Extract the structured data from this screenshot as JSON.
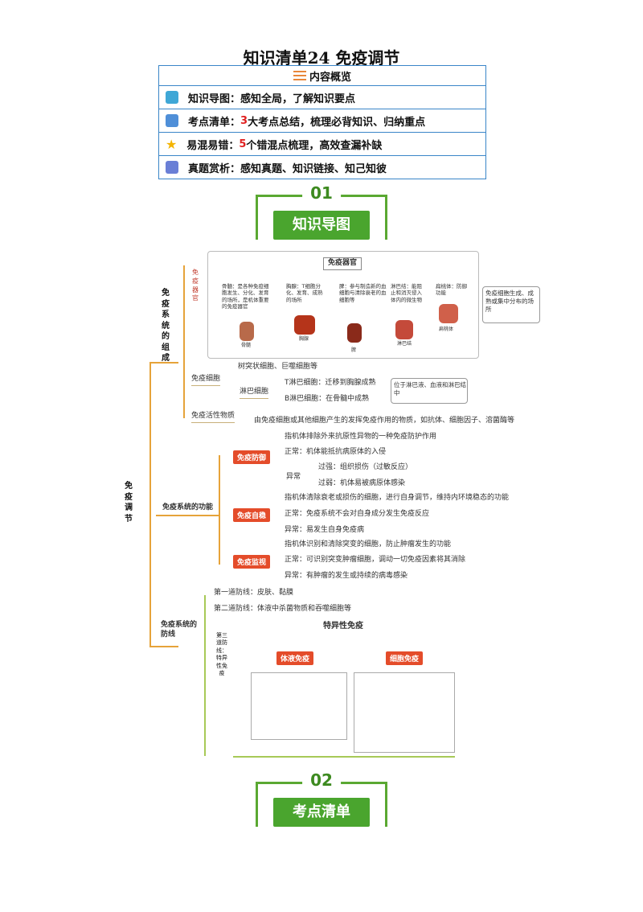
{
  "title": "知识清单24 免疫调节",
  "overview": {
    "header": "内容概览",
    "rows": [
      {
        "icon": "map-icon",
        "prefix": "知识导图：",
        "num": "",
        "text": "感知全局，了解知识要点"
      },
      {
        "icon": "book-icon",
        "prefix": "考点清单：",
        "num": "3",
        "text": "大考点总结，梳理必背知识、归纳重点"
      },
      {
        "icon": "star-icon",
        "prefix": "易混易错：",
        "num": "5",
        "text": "个错混点梳理，高效查漏补缺"
      },
      {
        "icon": "exam-icon",
        "prefix": "真题赏析：",
        "num": "",
        "text": "感知真题、知识链接、知己知彼"
      }
    ]
  },
  "sections": [
    {
      "num": "01",
      "label": "知识导图"
    },
    {
      "num": "02",
      "label": "考点清单"
    }
  ],
  "mindmap": {
    "root": "免疫调节",
    "b1": "免疫系统的组成",
    "b1_organs": "免疫器官",
    "organ_title": "免疫器官",
    "organs": [
      {
        "text": "骨髓：是各种免疫细胞发生、分化、发育的场所，是机体重要的免疫器官",
        "cap": "骨髓"
      },
      {
        "text": "胸腺：T细胞分化、发育、成熟的场所",
        "cap": "胸腺"
      },
      {
        "text": "脾：参与制造新的血细胞与清除衰老的血细胞等",
        "cap": "脾"
      },
      {
        "text": "淋巴结：能阻止和消灭侵入体内的微生物",
        "cap": "淋巴结"
      },
      {
        "text": "扁桃体：防御功能",
        "cap": "扁桃体"
      }
    ],
    "organ_note": "免疫细胞生成、成熟或集中分布的场所",
    "cells": "免疫细胞",
    "cell_apc": "树突状细胞、巨噬细胞等",
    "lymph": "淋巴细胞",
    "t_cell": "T淋巴细胞：迁移到胸腺成熟",
    "b_cell": "B淋巴细胞：在骨髓中成熟",
    "lymph_note": "位于淋巴液、血液和淋巴结中",
    "actives": "免疫活性物质",
    "actives_desc": "由免疫细胞或其他细胞产生的发挥免疫作用的物质，如抗体、细胞因子、溶菌酶等",
    "b2": "免疫系统的功能",
    "defense": {
      "tag": "免疫防御",
      "def": "指机体排除外来抗原性异物的一种免疫防护作用",
      "normal": "正常：机体能抵抗病原体的入侵",
      "abnormal": "异常",
      "over": "过强：组织损伤（过敏反应）",
      "weak": "过弱：机体易被病原体感染"
    },
    "stability": {
      "tag": "免疫自稳",
      "def": "指机体清除衰老或损伤的细胞，进行自身调节，维持内环境稳态的功能",
      "normal": "正常：免疫系统不会对自身成分发生免疫反应",
      "abnormal": "异常：易发生自身免疫病"
    },
    "surveillance": {
      "tag": "免疫监视",
      "def": "指机体识别和清除突变的细胞，防止肿瘤发生的功能",
      "normal": "正常：可识别突变肿瘤细胞，调动一切免疫因素将其消除",
      "abnormal": "异常：有肿瘤的发生或持续的病毒感染"
    },
    "b3": "免疫系统的防线",
    "line1": "第一道防线：皮肤、黏膜",
    "line2": "第二道防线：体液中杀菌物质和吞噬细胞等",
    "line3": "第三道防线：特异性免疫",
    "specific": "特异性免疫",
    "humoral": "体液免疫",
    "cellular": "细胞免疫"
  },
  "colors": {
    "accent": "#e44c2a",
    "branch": "#e6a33a",
    "green": "#4aa52e",
    "border": "#3a86c8"
  }
}
